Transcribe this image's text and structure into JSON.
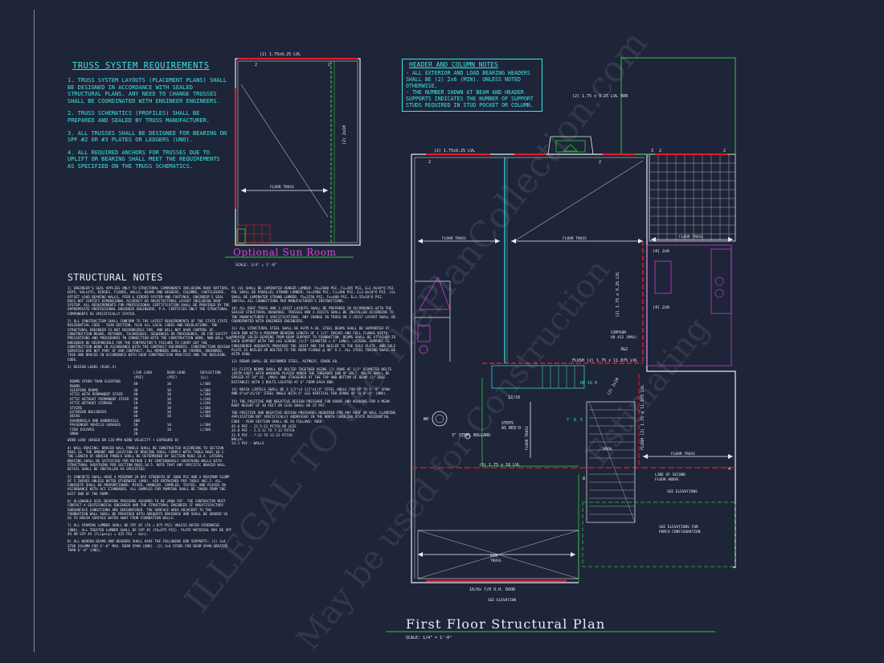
{
  "truss_requirements": {
    "title": "TRUSS SYSTEM REQUIREMENTS",
    "items": [
      "1. TRUSS SYSTEM LAYOUTS (PLACEMENT PLANS) SHALL BE DESIGNED IN ACCORDANCE WITH SEALED STRUCTURAL PLANS. ANY NEED TO CHANGE TRUSSES SHALL BE COORDINATED WITH ENGINEER ENGINEERS.",
      "2. TRUSS SCHEMATICS (PROFILES) SHALL BE PREPARED AND SEALED BY TRUSS MANUFACTURER.",
      "3. ALL TRUSSES SHALL BE DESIGNED FOR BEARING ON SPF #2 OR #3 PLATES OR LEDGERS (UNO).",
      "4. ALL REQUIRED ANCHORS FOR TRUSSES DUE TO UPLIFT OR BEARING SHALL MEET THE REQUIREMENTS AS SPECIFIED ON THE TRUSS SCHEMATICS."
    ]
  },
  "sun_room": {
    "title": "Optional Sun Room",
    "scale": "SCALE: 1/4\" = 1'-0\"",
    "labels": {
      "top_beam": "(2) 1.75x9.25 LVL",
      "side_beam": "(2) 2x10",
      "floor_truss": "FLOOR TRUSS",
      "post_num": "2"
    }
  },
  "structural_notes": {
    "title": "STRUCTURAL NOTES",
    "left": [
      "1) ENGINEER'S SEAL APPLIES ONLY TO STRUCTURAL COMPONENTS INCLUDING ROOF RAFTERS, HIPS, VALLEYS, RIDGES, FLOORS, WALLS, BEAMS AND HEADERS, COLUMNS, CANTILEVERS, OFFSET LOAD BEARING WALLS, PIER & GIRDER SYSTEM AND FOOTINGS. ENGINEER'S SEAL DOES NOT CERTIFY DIMENSIONAL ACCURACY OR ARCHITECTURAL LAYOUT INCLUDING ROOF SYSTEM. ALL REQUIREMENTS FOR PROFESSIONAL CERTIFICATION SHALL BE PROVIDED BY THE APPROPRIATE PROFESSIONAL ENGINEER ENGINEERS, P.A. CERTIFIES ONLY THE STRUCTURAL COMPONENTS AS SPECIFICALLY STATED.",
      "2) ALL CONSTRUCTION SHALL CONFORM TO THE LATEST REQUIREMENTS OF THE STATE STATE RESIDENTIAL CODE - YEAR EDITION, PLUS ALL LOCAL CODES AND REGULATIONS. THE STRUCTURAL ENGINEER IS NOT RESPONSIBLE FOR, AND WILL NOT HAVE CONTROL OF, CONSTRUCTION MEANS, METHODS, TECHNIQUES, SEQUENCES OR PROCEDURES, OR FOR SAFETY PRECAUTIONS AND PROCEDURES IN CONNECTION WITH THE CONSTRUCTION WORK, NOR WILL THE ENGINEER BE RESPONSIBLE FOR THE CONTRACTOR'S FAILURE TO CARRY OUT THE CONSTRUCTION WORK IN ACCORDANCE WITH THE CONTRACT DOCUMENTS. CONSTRUCTION REVIEW SERVICES ARE NOT PART OF OUR CONTRACT. ALL MEMBERS SHALL BE FRAMED, ANCHORED, TIED AND BRACED IN ACCORDANCE WITH GOOD CONSTRUCTION PRACTICE AND THE BUILDING CODE.",
      "3) DESIGN LOADS (R301.4)"
    ],
    "loads_header": [
      "",
      "LIVE LOAD (PSF)",
      "DEAD LOAD (PSF)",
      "DEFLECTION (LL)"
    ],
    "loads_rows": [
      [
        "ROOMS OTHER THAN SLEEPING ROOMS",
        "40",
        "10",
        "L/360"
      ],
      [
        "SLEEPING ROOMS",
        "30",
        "10",
        "L/360"
      ],
      [
        "ATTIC WITH PERMANENT STAIR",
        "40",
        "10",
        "L/360"
      ],
      [
        "ATTIC WITHOUT PERMANENT STAIR",
        "20",
        "10",
        "L/240"
      ],
      [
        "ATTIC WITHOUT STORAGE",
        "10",
        "10",
        "L/240"
      ],
      [
        "STAIRS",
        "40",
        "10",
        "L/360"
      ],
      [
        "EXTERIOR BALCONIES",
        "60",
        "10",
        "L/360"
      ],
      [
        "DECKS",
        "40",
        "10",
        "L/360"
      ],
      [
        "GUARDRAILS AND HANDRAILS",
        "200",
        "",
        ""
      ],
      [
        "PASSENGER VEHICLE GARAGES",
        "50",
        "10",
        "L/360"
      ],
      [
        "FIRE ESCAPES",
        "40",
        "10",
        "L/360"
      ],
      [
        "SNOW",
        "20",
        "",
        ""
      ]
    ],
    "wind_load": "WIND LOAD          (BASED ON 120 MPH WIND VELOCITY + EXPOSURE B)",
    "left_more": [
      "4) WALL BRACING: BRACED WALL PANELS SHALL BE CONSTRUCTED ACCORDING TO SECTION R602.10. THE AMOUNT AND LOCATION OF BRACING SHALL COMPLY WITH TABLE R602.10.1. THE LENGTH OF BRACED PANELS SHALL BE DETERMINED BY SECTION R602.10.4. LATERAL BRACING SHALL BE SATISFIED PER METHOD 3 BY CONTINUOUSLY SHEATHING WALLS WITH STRUCTURAL SHEATHING PER SECTION R602.10.5. NOTE THAT ANY SPECIFIC BRACED WALL DETAIL SHALL BE INSTALLED AS SPECIFIED.",
      "5) CONCRETE SHALL HAVE A MINIMUM 28 DAY STRENGTH OF 3000 PSI AND A MAXIMUM SLUMP OF 5 INCHES UNLESS NOTED OTHERWISE (UNO). AIR ENTRAINED PER TABLE 402.2. ALL CONCRETE SHALL BE PROPORTIONED, MIXED, HANDLED, SAMPLED, TESTED, AND PLACED IN ACCORDANCE WITH ACI STANDARDS. ALL SAMPLES FOR PUMPING SHALL BE TAKEN FROM THE EXIT END OF THE PUMP.",
      "6) ALLOWABLE SOIL BEARING PRESSURE ASSUMED TO BE 2000 PSF. THE CONTRACTOR MUST CONTACT A GEOTECHNICAL ENGINEER AND THE STRUCTURAL ENGINEER IF UNSATISFACTORY SUBSURFACE CONDITIONS ARE ENCOUNTERED. THE SURFACE AREA ADJACENT TO THE FOUNDATION WALL SHALL BE PROVIDED WITH ADEQUATE DRAINAGE AND SHALL BE GRADED SO AS TO DRAIN SURFACE WATER AWAY FROM FOUNDATION WALLS.",
      "7) ALL FRAMING LUMBER SHALL BE SPF #2 (Fb = 875 PSI) UNLESS NOTED OTHERWISE (UNO). ALL TREATED LUMBER SHALL BE SYP #2 (Fb=975 PSI). PLATE MATERIAL MAY BE SPF #3 OR SYP #3 (Fc(perp) = 425 PSI - min).",
      "8) ALL WOODEN BEAMS AND HEADERS SHALL HAVE THE FOLLOWING END SUPPORTS: (1) 2x4 STUD COLUMN FOR 6'-0\" MAX. BEAM SPAN (UNO). (2) 2x4 STUDS FOR BEAM SPAN GREATER THAN 6'-0\" (UNO)."
    ],
    "right": [
      "9) LVL SHALL BE LAMINATED VENEER LUMBER: Fb=2600 PSI, Fv=285 PSI, E=1.9x10^6 PSI. PSL SHALL BE PARALLEL STRAND LUMBER: Fb=2900 PSI, Fv=290 PSI, E=2.0x10^6 PSI. LSL SHALL BE LAMINATED STRAND LUMBER: Fb=2250 PSI, Fv=400 PSI, E=1.55x10^6 PSI. INSTALL ALL CONNECTIONS PER MANUFACTURER'S INSTRUCTIONS.",
      "10) ALL ROOF TRUSS AND I-JOIST LAYOUTS SHALL BE PREPARED IN ACCORDANCE WITH THE SEALED STRUCTURAL DRAWINGS. TRUSSES AND I-JOISTS SHALL BE INSTALLED ACCORDING TO THE MANUFACTURER'S SPECIFICATIONS. ANY CHANGE IN TRUSS OR I-JOIST LAYOUT SHALL BE COORDINATED WITH ENGINEER ENGINEERS.",
      "11) ALL STRUCTURAL STEEL SHALL BE ASTM A-36. STEEL BEAMS SHALL BE SUPPORTED AT EACH END WITH A MINIMUM BEARING LENGTH OF 3 1/2\" INCHES AND FULL FLANGE WIDTH. PROVIDE SOLID BEARING FROM BEAM SUPPORT TO FOUNDATION. BEAMS SHALL BE ATTACHED TO EACH SUPPORT WITH TWO LAG SCREWS (1/2\" DIAMETER x 4\" LONG). LATERAL SUPPORT IS CONSIDERED ADEQUATE PROVIDED THE JOIST ARE TOE NAILED TO THE SOLE PLATE, AND SOLE PLATE IS NAILED OR BOLTED TO THE BEAM FLANGE @ 48\" O.C. ALL STEEL TUBING SHALL BE ASTM A500.",
      "12) REBAR SHALL BE DEFORMED STEEL, ASTM615, GRADE 60.",
      "13) FLITCH BEAMS SHALL BE BOLTED TOGETHER USING (2) ROWS OF 1/2\" DIAMETER BOLTS (ASTM A307) WITH WASHERS PLACED UNDER THE THREADED END OF BOLT. BOLTS SHALL BE SPACED AT 24\" OC. (MAX) AND STAGGERED AT THE TOP AND BOTTOM OF BEAM (2\" EDGE DISTANCE) WITH 2 BOLTS LOCATED AT 6\" FROM EACH END.",
      "14) BRICK LINTELS SHALL BE 3 1/2\"x3 1/2\"x1/4\" STEEL ANGLE FOR UP TO 6'-0\" SPAN AND 6\"x4\"x5/16\" STEEL ANGLE WITH 6\" LEG VERTICAL FOR SPANS UP TO 9'-6\" (UNO).",
      "15) THE POSITIVE AND NEGATIVE DESIGN PRESSURE FOR DOORS AND WINDOWS FOR A MEAN ROOF HEIGHT OF 30 FEET OR LESS SHALL BE 25 PSF.",
      "THE POSITIVE AND NEGATIVE DESIGN PRESSURES REQUIRED FOR ANY ROOF OR WALL CLADDING APPLICATION NOT SPECIFICALLY ADDRESSED IN THE NORTH CAROLINA STATE RESIDENTIAL CODE - YEAR EDITION SHALL BE AS FOLLOWS: ROOF:",
      "45.6 PSF - 12.5:12 PITCH OR LESS",
      "34.8 PSF - 2.5:12 TO 7:12 PITCH",
      "21.9 PSF - 7:12 TO 12:12 PITCH",
      "WALLS:",
      "24.1 PSF - WALLS"
    ]
  },
  "header_notes": {
    "title": "HEADER AND COLUMN NOTES",
    "items": [
      "- ALL EXTERIOR AND LOAD BEARING HEADERS SHALL BE (2) 2x6 (MIN). UNLESS NOTED OTHERWISE.",
      "- THE NUMBER SHOWN AT BEAM AND HEADER SUPPORTS INDICATES THE NUMBER OF SUPPORT STUDS REQUIRED IN STUD POCKET OR COLUMN."
    ]
  },
  "plan": {
    "title": "First Floor Structural Plan",
    "scale": "SCALE: 1/4\" = 1'-0\"",
    "labels": {
      "lvl_top": "(2) 1.75x9.25 LVL",
      "lvl_hdr": "(2) 1.75 x 9.25 LVL HDR",
      "floor_truss_1": "FLOOR TRUSS",
      "floor_truss_2": "FLOOR TRUSS",
      "floor_truss_3": "FLOOR TRUSS",
      "floor_truss_4": "FLOOR TRUSS",
      "floor_truss_5": "FLOOR TRUSS",
      "lvl_vert": "(2) 1.75 x 9.25 LVL",
      "two_2x6_a": "(4) 2x6",
      "two_2x6_b": "(4) 2x6",
      "simpson": "SIMPSON\nHU 412 (MAX)",
      "flush": "FLUSH (2) 1.75 x 11.875 LVL",
      "flush_vert": "FLUSH (2) 1.75 x 11.875 LVL",
      "two_2x10": "(2) 2x10",
      "stair_up": "UP 16 R",
      "stair_ratio": "12/18",
      "wh": "WH",
      "bollard": "3\" STEEL BOLLARD",
      "steps": "STEPS\nAS REQ'D",
      "open": "OPEN",
      "lvl_bottom": "(3) 1.75 x 18 LVL",
      "second_floor": "LINE OF SECOND\nFLOOR ABOVE",
      "see_elev_1": "SEE ELEVATIONS",
      "see_elev_2": "SEE ELEVATIONS FOR\nPORCH CONFIGURATION",
      "roof_truss": "ROOF\nTRUSS",
      "door": "16/0x 7/0 O.H. DOOR",
      "see_elev_3": "SEE ELEVATION",
      "num_2": "2",
      "num_3": "3",
      "num_4": "4",
      "num_6": "6",
      "num_7": "7",
      "num_8": "8",
      "num_5": "5",
      "num_3b": "3&2"
    }
  },
  "watermark": {
    "line1": "ILLEGAL TO use ThePlanCollection.com",
    "line2": "May be used for Construction",
    "line3": "Estimating"
  },
  "colors": {
    "background": "#1e2538",
    "cyan": "#39e6e6",
    "green": "#2ec83a",
    "red": "#e81a2a",
    "magenta": "#e040e0",
    "white": "#e8ecf2"
  }
}
